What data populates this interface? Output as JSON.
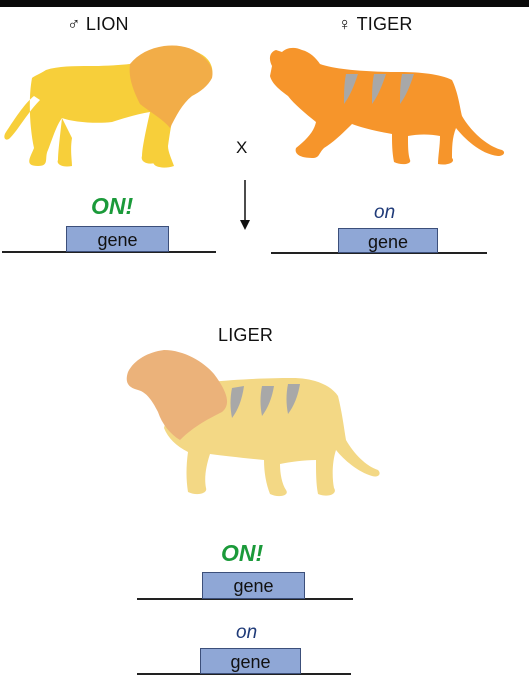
{
  "parents": {
    "lion": {
      "label": "♂ LION"
    },
    "tiger": {
      "label": "♀ TIGER"
    },
    "cross_symbol": "X"
  },
  "offspring": {
    "label": "LIGER"
  },
  "gene": {
    "label": "gene",
    "strong_status": "ON!",
    "weak_status": "on"
  },
  "colors": {
    "lion_body": "#f7cf3a",
    "lion_mane": "#f2ad48",
    "tiger_body": "#f6952b",
    "tiger_stripe": "#a8a8a8",
    "liger_body": "#f3d885",
    "liger_mane": "#ebb27a",
    "gene_fill": "#8fa7d6",
    "on_strong": "#1b9a3a",
    "on_weak": "#1f3a78"
  }
}
